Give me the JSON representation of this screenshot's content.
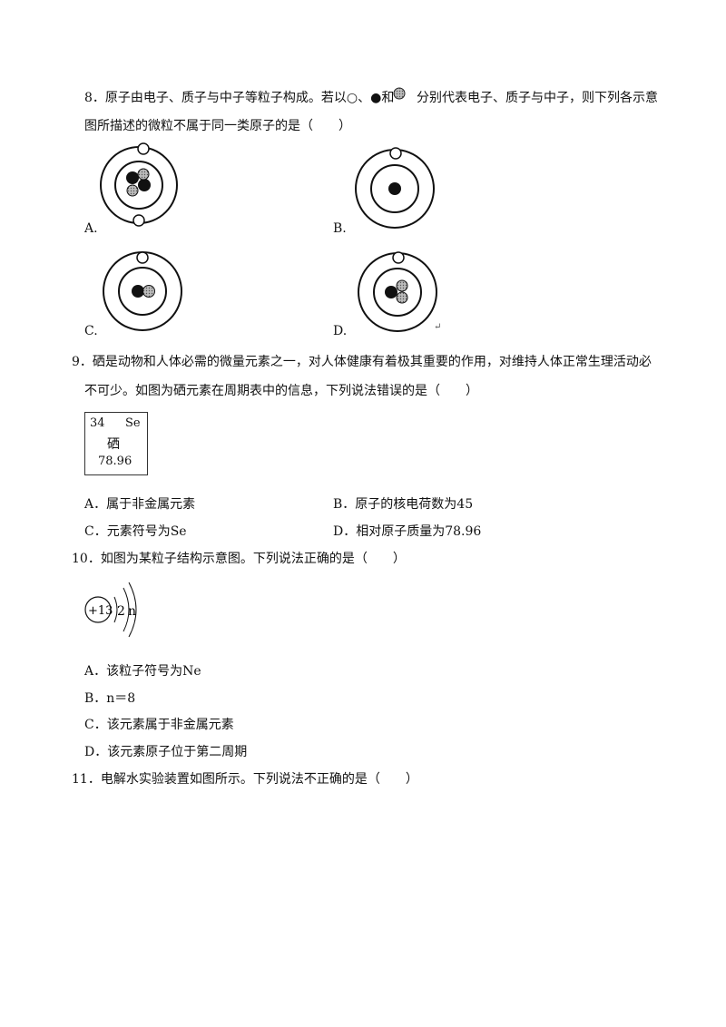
{
  "q8": {
    "prefix": "8．原子由电子、质子与中子等粒子构成。若以○、●和",
    "suffix": "分别代表电子、质子与中子，则下列各示意",
    "line2": "图所描述的微粒不属于同一类原子的是（　　）",
    "options": {
      "a": "A.",
      "b": "B.",
      "c": "C.",
      "d": "D."
    },
    "return_mark": "↵"
  },
  "q9": {
    "line1": "9．硒是动物和人体必需的微量元素之一，对人体健康有着极其重要的作用，对维持人体正常生理活动必",
    "line2": "不可少。如图为硒元素在周期表中的信息，下列说法错误的是（　　）",
    "element": {
      "number": "34",
      "symbol": "Se",
      "name": "硒",
      "mass": "78.96"
    },
    "options": {
      "a": "A．属于非金属元素",
      "b": "B．原子的核电荷数为45",
      "c": "C．元素符号为Se",
      "d": "D．相对原子质量为78.96"
    }
  },
  "q10": {
    "line1": "10．如图为某粒子结构示意图。下列说法正确的是（　　）",
    "diagram": {
      "nucleus": "+13",
      "shell1": "2",
      "shell2": "n"
    },
    "options": {
      "a": "A．该粒子符号为Ne",
      "b": "B．n＝8",
      "c": "C．该元素属于非金属元素",
      "d": "D．该元素原子位于第二周期"
    }
  },
  "q11": {
    "line1": "11．电解水实验装置如图所示。下列说法不正确的是（　　）"
  }
}
